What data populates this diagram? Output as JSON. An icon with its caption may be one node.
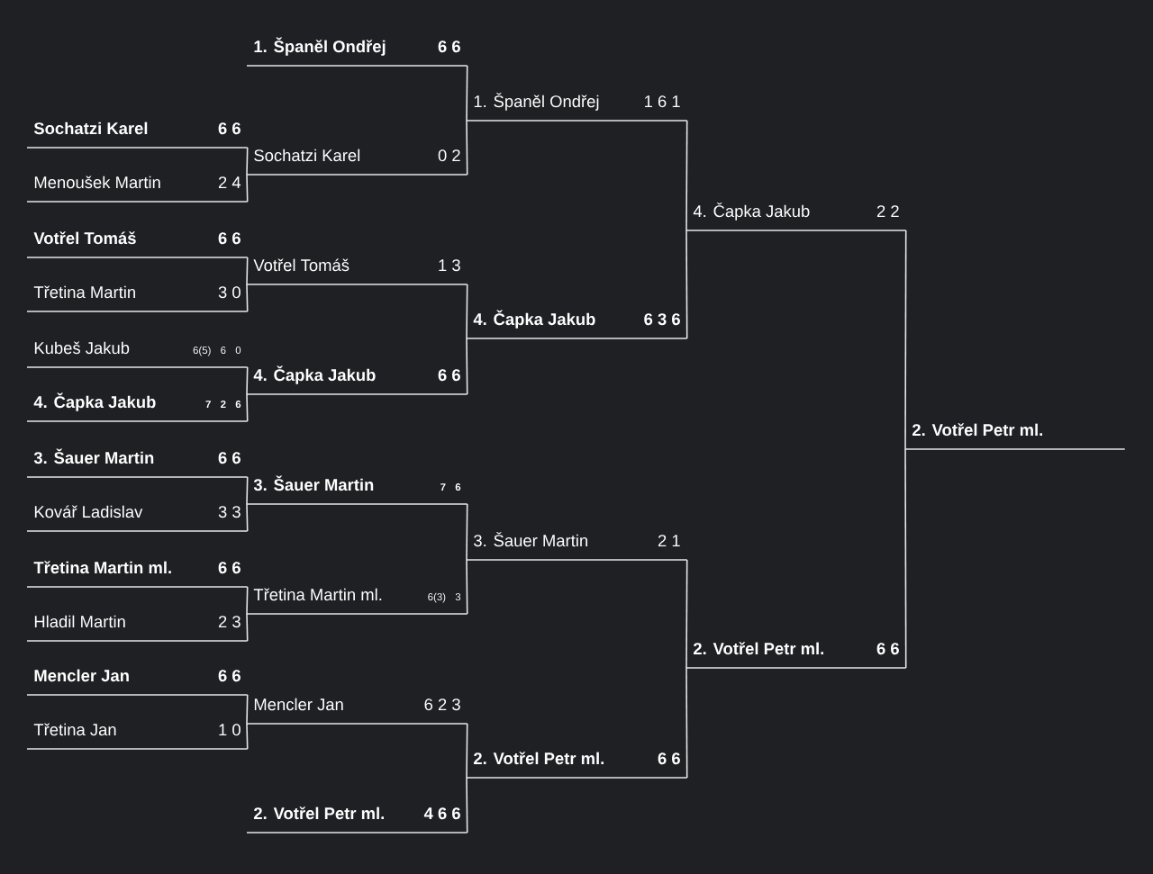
{
  "diagram": {
    "nodes": [
      {
        "text": [
          "Sochatzi Karel",
          "6 6"
        ]
      },
      {
        "text": [
          "Menoušek Martin",
          "2 4"
        ]
      },
      {
        "text": [
          "Votřel Tomáš",
          "6 6"
        ]
      },
      {
        "text": [
          "Třetina Martin",
          "3 0"
        ]
      },
      {
        "text": [
          "Kubeš Jakub",
          "6(5) 6 0"
        ]
      },
      {
        "text": [
          "4. Čapka Jakub",
          "7 2 6"
        ]
      },
      {
        "text": [
          "3. Šauer Martin",
          "6 6"
        ]
      },
      {
        "text": [
          "Kovář Ladislav",
          "3 3"
        ]
      },
      {
        "text": [
          "Třetina Martin ml.",
          "6 6"
        ]
      },
      {
        "text": [
          "Hladil Martin",
          "2 3"
        ]
      },
      {
        "text": [
          "Mencler Jan",
          "6 6"
        ]
      },
      {
        "text": [
          "Třetina Jan",
          "1 0"
        ]
      },
      {
        "text": [
          "1. Španěl Ondřej",
          "6 6"
        ]
      },
      {
        "text": [
          "Sochatzi Karel",
          "0 2"
        ]
      },
      {
        "text": [
          "Votřel Tomáš",
          "1 3"
        ]
      },
      {
        "text": [
          "4. Čapka Jakub",
          "6 6"
        ]
      },
      {
        "text": [
          "3. Šauer Martin",
          "7 6"
        ]
      },
      {
        "text": [
          "Třetina Martin ml.",
          "6(3) 3"
        ]
      },
      {
        "text": [
          "Mencler Jan",
          "6 2 3"
        ]
      },
      {
        "text": [
          "2. Votřel Petr ml.",
          "4 6 6"
        ]
      },
      {
        "text": [
          "1. Španěl Ondřej",
          "1 6 1"
        ]
      },
      {
        "text": [
          "4. Čapka Jakub",
          "6 3 6"
        ]
      },
      {
        "text": [
          "3. Šauer Martin",
          "2 1"
        ]
      },
      {
        "text": [
          "2. Votřel Petr ml.",
          "6 6"
        ]
      },
      {
        "text": [
          "4. Čapka Jakub",
          "2 2"
        ]
      },
      {
        "text": [
          "2. Votřel Petr ml.",
          "6 6"
        ]
      },
      {
        "text": [
          "2. Votřel Petr ml."
        ]
      }
    ],
    "edges": [
      {
        "from": 0,
        "to": 13,
        "arrow": "none"
      },
      {
        "from": 1,
        "to": 13,
        "arrow": "none"
      },
      {
        "from": 2,
        "to": 14,
        "arrow": "none"
      },
      {
        "from": 3,
        "to": 14,
        "arrow": "none"
      },
      {
        "from": 4,
        "to": 15,
        "arrow": "none"
      },
      {
        "from": 5,
        "to": 15,
        "arrow": "none"
      },
      {
        "from": 6,
        "to": 16,
        "arrow": "none"
      },
      {
        "from": 7,
        "to": 16,
        "arrow": "none"
      },
      {
        "from": 8,
        "to": 17,
        "arrow": "none"
      },
      {
        "from": 9,
        "to": 17,
        "arrow": "none"
      },
      {
        "from": 10,
        "to": 18,
        "arrow": "none"
      },
      {
        "from": 11,
        "to": 18,
        "arrow": "none"
      },
      {
        "from": 12,
        "to": 20,
        "arrow": "none"
      },
      {
        "from": 13,
        "to": 20,
        "arrow": "none"
      },
      {
        "from": 14,
        "to": 21,
        "arrow": "none"
      },
      {
        "from": 15,
        "to": 21,
        "arrow": "none"
      },
      {
        "from": 16,
        "to": 22,
        "arrow": "none"
      },
      {
        "from": 17,
        "to": 22,
        "arrow": "none"
      },
      {
        "from": 18,
        "to": 23,
        "arrow": "none"
      },
      {
        "from": 19,
        "to": 23,
        "arrow": "none"
      },
      {
        "from": 20,
        "to": 24,
        "arrow": "none"
      },
      {
        "from": 21,
        "to": 24,
        "arrow": "none"
      },
      {
        "from": 22,
        "to": 25,
        "arrow": "none"
      },
      {
        "from": 23,
        "to": 25,
        "arrow": "none"
      },
      {
        "from": 24,
        "to": 26,
        "arrow": "none"
      },
      {
        "from": 25,
        "to": 26,
        "arrow": "none"
      }
    ]
  }
}
